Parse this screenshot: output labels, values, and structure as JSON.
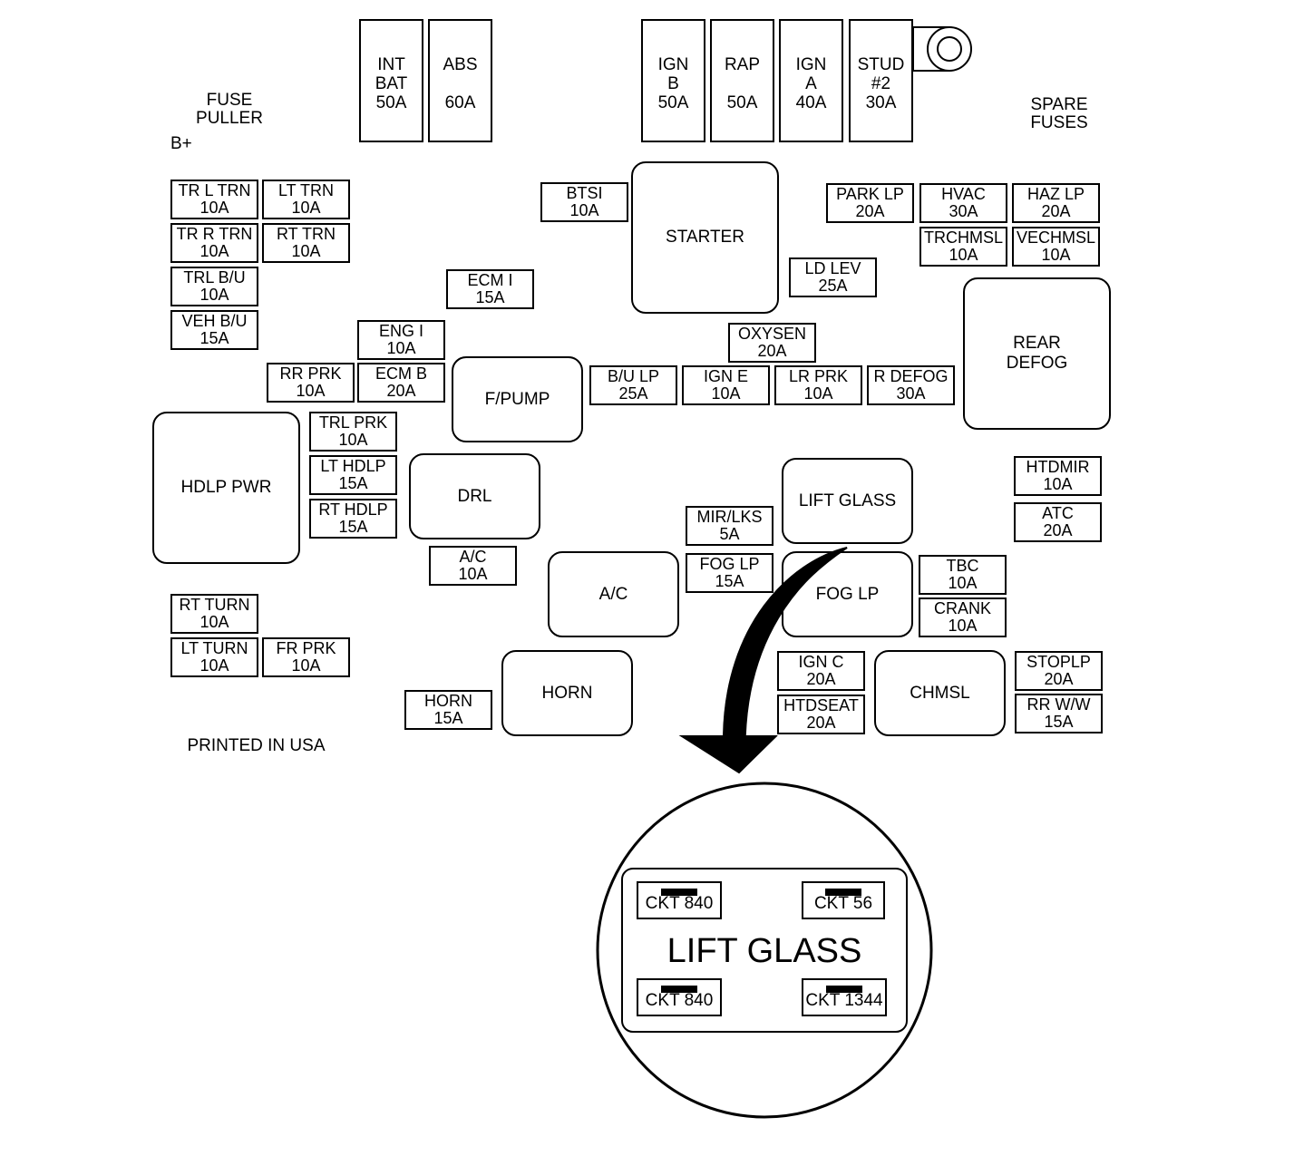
{
  "labels": {
    "fuse_puller": "FUSE\nPULLER",
    "b_plus": "B+",
    "spare_fuses": "SPARE\nFUSES",
    "printed": "PRINTED IN USA"
  },
  "maxi_fuses": {
    "int_bat": {
      "name": "INT\nBAT",
      "rating": "50A"
    },
    "abs": {
      "name": "ABS",
      "rating": "60A"
    },
    "ign_b": {
      "name": "IGN\nB",
      "rating": "50A"
    },
    "rap": {
      "name": "RAP",
      "rating": "50A"
    },
    "ign_a": {
      "name": "IGN\nA",
      "rating": "40A"
    },
    "stud2": {
      "name": "STUD\n#2",
      "rating": "30A"
    }
  },
  "fuses": {
    "tr_l_trn": {
      "name": "TR L TRN",
      "rating": "10A"
    },
    "lt_trn": {
      "name": "LT TRN",
      "rating": "10A"
    },
    "tr_r_trn": {
      "name": "TR R TRN",
      "rating": "10A"
    },
    "rt_trn": {
      "name": "RT TRN",
      "rating": "10A"
    },
    "trl_bu": {
      "name": "TRL B/U",
      "rating": "10A"
    },
    "veh_bu": {
      "name": "VEH B/U",
      "rating": "15A"
    },
    "btsi": {
      "name": "BTSI",
      "rating": "10A"
    },
    "ecm_i": {
      "name": "ECM I",
      "rating": "15A"
    },
    "eng_i": {
      "name": "ENG I",
      "rating": "10A"
    },
    "rr_prk": {
      "name": "RR PRK",
      "rating": "10A"
    },
    "ecm_b": {
      "name": "ECM B",
      "rating": "20A"
    },
    "park_lp": {
      "name": "PARK LP",
      "rating": "20A"
    },
    "hvac": {
      "name": "HVAC",
      "rating": "30A"
    },
    "haz_lp": {
      "name": "HAZ LP",
      "rating": "20A"
    },
    "trchmsl": {
      "name": "TRCHMSL",
      "rating": "10A"
    },
    "vechmsl": {
      "name": "VECHMSL",
      "rating": "10A"
    },
    "ld_lev": {
      "name": "LD LEV",
      "rating": "25A"
    },
    "oxysen": {
      "name": "OXYSEN",
      "rating": "20A"
    },
    "bu_lp": {
      "name": "B/U LP",
      "rating": "25A"
    },
    "ign_e": {
      "name": "IGN E",
      "rating": "10A"
    },
    "lr_prk": {
      "name": "LR PRK",
      "rating": "10A"
    },
    "r_defog": {
      "name": "R DEFOG",
      "rating": "30A"
    },
    "trl_prk": {
      "name": "TRL PRK",
      "rating": "10A"
    },
    "lt_hdlp": {
      "name": "LT HDLP",
      "rating": "15A"
    },
    "rt_hdlp": {
      "name": "RT HDLP",
      "rating": "15A"
    },
    "ac_fuse": {
      "name": "A/C",
      "rating": "10A"
    },
    "mir_lks": {
      "name": "MIR/LKS",
      "rating": "5A"
    },
    "fog_lp_fuse": {
      "name": "FOG LP",
      "rating": "15A"
    },
    "htdmir": {
      "name": "HTDMIR",
      "rating": "10A"
    },
    "atc": {
      "name": "ATC",
      "rating": "20A"
    },
    "tbc": {
      "name": "TBC",
      "rating": "10A"
    },
    "crank": {
      "name": "CRANK",
      "rating": "10A"
    },
    "rt_turn": {
      "name": "RT TURN",
      "rating": "10A"
    },
    "lt_turn": {
      "name": "LT TURN",
      "rating": "10A"
    },
    "fr_prk": {
      "name": "FR PRK",
      "rating": "10A"
    },
    "ign_c": {
      "name": "IGN C",
      "rating": "20A"
    },
    "htdseat": {
      "name": "HTDSEAT",
      "rating": "20A"
    },
    "stoplp": {
      "name": "STOPLP",
      "rating": "20A"
    },
    "rr_ww": {
      "name": "RR W/W",
      "rating": "15A"
    },
    "horn_fuse": {
      "name": "HORN",
      "rating": "15A"
    }
  },
  "relays": {
    "starter": "STARTER",
    "rear_defog": "REAR\nDEFOG",
    "f_pump": "F/PUMP",
    "hdlp_pwr": "HDLP PWR",
    "drl": "DRL",
    "lift_glass": "LIFT GLASS",
    "ac": "A/C",
    "fog_lp": "FOG LP",
    "horn": "HORN",
    "chmsl": "CHMSL"
  },
  "detail": {
    "title": "LIFT GLASS",
    "ckt_tl": "CKT 840",
    "ckt_tr": "CKT 56",
    "ckt_bl": "CKT 840",
    "ckt_br": "CKT 1344"
  }
}
